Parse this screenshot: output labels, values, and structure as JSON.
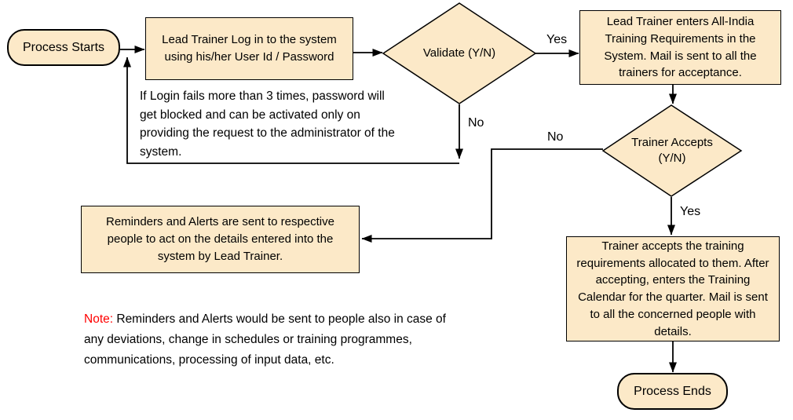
{
  "palette": {
    "background": "#ffffff",
    "shape_fill": "#fce9c8",
    "shape_border": "#000000",
    "connector": "#000000",
    "text": "#000000",
    "note_red": "#ff0000"
  },
  "nodes": {
    "process_starts": {
      "type": "terminator",
      "label": "Process Starts"
    },
    "login": {
      "type": "process",
      "label": "Lead Trainer Log in to the system using his/her User Id / Password"
    },
    "validate": {
      "type": "decision",
      "label": "Validate (Y/N)"
    },
    "enter_requirements": {
      "type": "process",
      "label": "Lead Trainer enters All-India Training Requirements in the System. Mail is sent to all the trainers for acceptance."
    },
    "trainer_accepts": {
      "type": "decision",
      "label": "Trainer Accepts (Y/N)"
    },
    "accept_and_calendar": {
      "type": "process",
      "label": "Trainer accepts the training requirements allocated to them. After accepting, enters the Training Calendar for the quarter. Mail is sent to all the concerned people with details."
    },
    "reminders": {
      "type": "process",
      "label": "Reminders and Alerts are sent to respective people to act on the details entered into the system by Lead Trainer."
    },
    "process_ends": {
      "type": "terminator",
      "label": "Process Ends"
    }
  },
  "edge_labels": {
    "validate_yes": "Yes",
    "validate_no": "No",
    "trainer_accepts_no": "No",
    "trainer_accepts_yes": "Yes"
  },
  "annotations": {
    "login_failure": "If Login fails more than 3 times, password will get blocked and can be activated only on providing the request to the administrator of the system.",
    "note_label": "Note:",
    "note_body": " Reminders and Alerts would be sent to people also in case of any deviations, change in schedules or training programmes, communications, processing of input data, etc."
  }
}
